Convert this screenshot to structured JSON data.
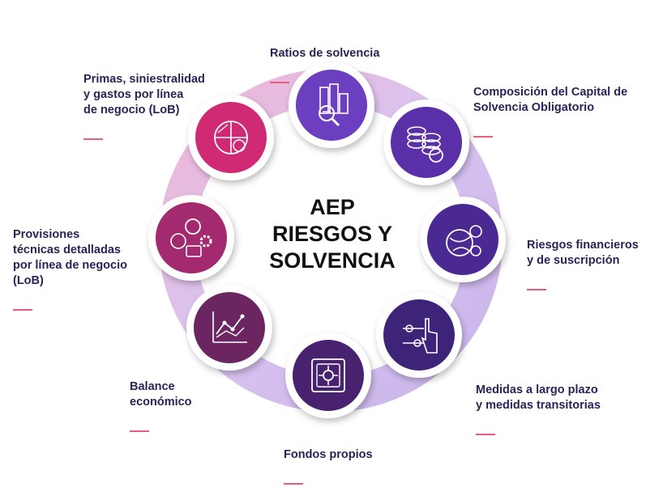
{
  "center": {
    "line1": "AEP",
    "line2": "RIESGOS Y",
    "line3": "SOLVENCIA"
  },
  "nodes": [
    {
      "id": "ratios",
      "label": "Ratios de solvencia",
      "icon": "buildings-scale-icon",
      "color": "#6b3fc0"
    },
    {
      "id": "composicion",
      "label": "Composición del Capital de\nSolvencia Obligatorio",
      "icon": "coin-stacks-icon",
      "color": "#5a2fa8"
    },
    {
      "id": "riesgos",
      "label": "Riesgos financieros\ny de suscripción",
      "icon": "globe-money-icon",
      "color": "#4a2a92"
    },
    {
      "id": "medidas",
      "label": "Medidas a largo plazo\ny medidas transitorias",
      "icon": "touch-slider-icon",
      "color": "#3e2478"
    },
    {
      "id": "fondos",
      "label": "Fondos propios",
      "icon": "safe-icon",
      "color": "#48226e"
    },
    {
      "id": "balance",
      "label": "Balance\neconómico",
      "icon": "line-chart-icon",
      "color": "#6b2560"
    },
    {
      "id": "provisiones",
      "label": "Provisiones\ntécnicas detalladas\npor línea de negocio\n(LoB)",
      "icon": "dollar-gear-briefcase-icon",
      "color": "#a32a6e"
    },
    {
      "id": "primas",
      "label": "Primas, siniestralidad\ny gastos por línea\nde negocio (LoB)",
      "icon": "pie-chart-dollar-icon",
      "color": "#d12a74"
    }
  ],
  "colors": {
    "ring_top": "#cdb3ee",
    "ring_bottom": "#d6b7dd",
    "ring_left": "#e6a7c9",
    "accent_underline": "#e2607a",
    "text": "#2b2258"
  }
}
